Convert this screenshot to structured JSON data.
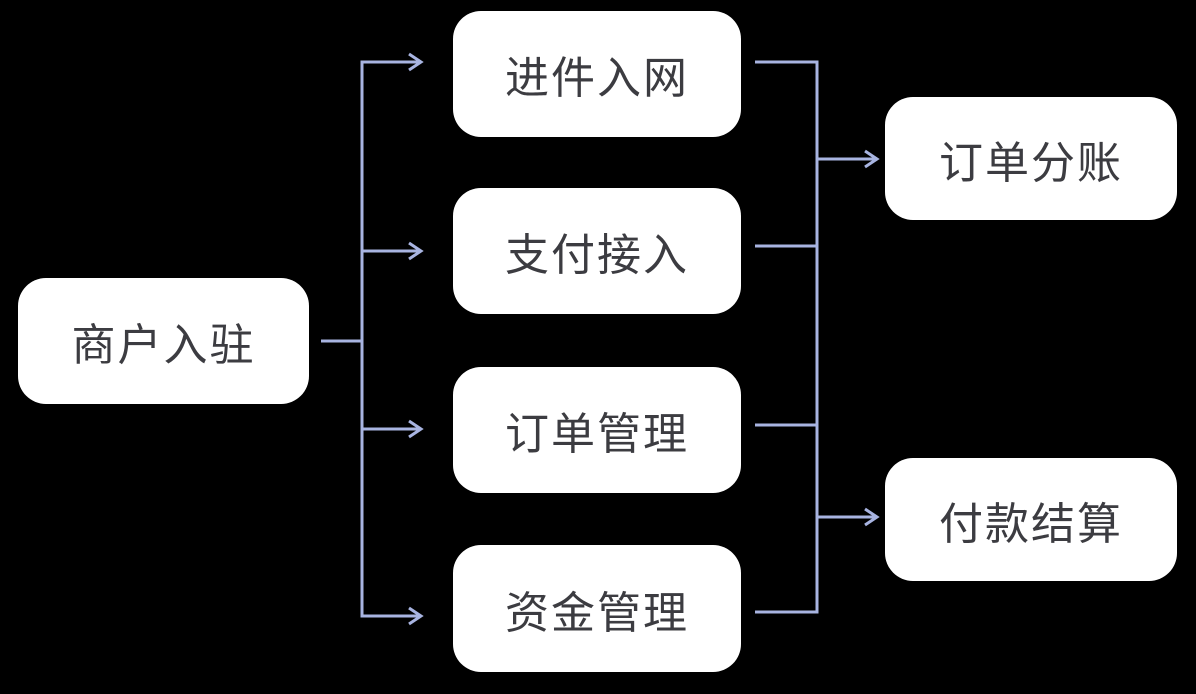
{
  "diagram": {
    "type": "flowchart",
    "colors": {
      "background": "#000000",
      "node_fill": "#ffffff",
      "node_text": "#3c3c41",
      "connector": "#a8b4e1"
    },
    "nodes": {
      "merchant_onboarding": {
        "label": "商户入驻"
      },
      "intake_network": {
        "label": "进件入网"
      },
      "payment_access": {
        "label": "支付接入"
      },
      "order_management": {
        "label": "订单管理"
      },
      "funds_management": {
        "label": "资金管理"
      },
      "order_split": {
        "label": "订单分账"
      },
      "payment_settlement": {
        "label": "付款结算"
      }
    },
    "edges": {
      "fan_out": {
        "from": "merchant_onboarding",
        "to": [
          "intake_network",
          "payment_access",
          "order_management",
          "funds_management"
        ]
      },
      "fan_in": {
        "from": [
          "intake_network",
          "payment_access",
          "order_management",
          "funds_management"
        ],
        "to": [
          "order_split",
          "payment_settlement"
        ]
      }
    }
  }
}
